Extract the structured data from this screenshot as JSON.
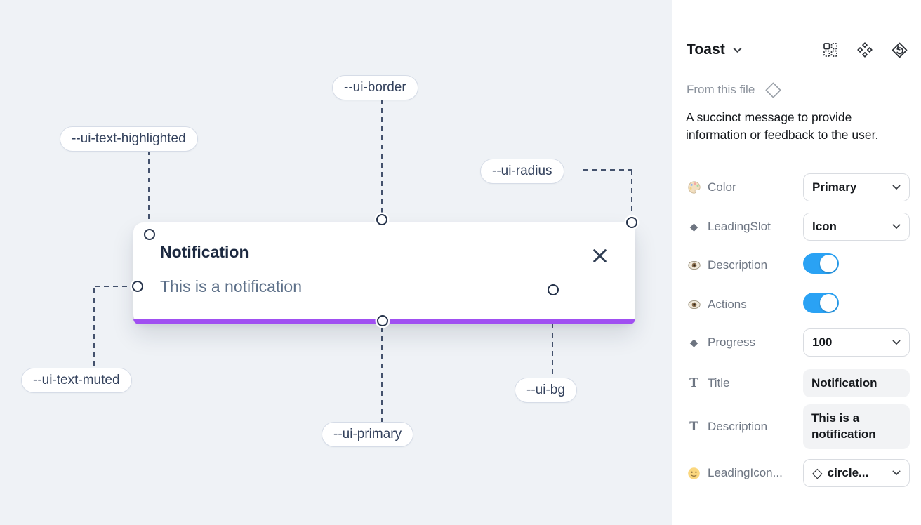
{
  "canvas": {
    "background": "#eff2f6",
    "labels": [
      {
        "text": "--ui-border"
      },
      {
        "text": "--ui-text-highlighted"
      },
      {
        "text": "--ui-radius"
      },
      {
        "text": "--ui-text-muted"
      },
      {
        "text": "--ui-primary"
      },
      {
        "text": "--ui-bg"
      }
    ],
    "toast": {
      "title": "Notification",
      "description": "This is a notification",
      "progress_color": "#a04ff1"
    }
  },
  "panel": {
    "title": "Toast",
    "source_label": "From this file",
    "description": "A succinct message to provide information or feedback to the user.",
    "rows": [
      {
        "label": "Color",
        "control": "dropdown",
        "value": "Primary"
      },
      {
        "label": "LeadingSlot",
        "control": "dropdown",
        "value": "Icon"
      },
      {
        "label": "Description",
        "control": "toggle",
        "value": "on"
      },
      {
        "label": "Actions",
        "control": "toggle",
        "value": "on"
      },
      {
        "label": "Progress",
        "control": "dropdown",
        "value": "100"
      },
      {
        "label": "Title",
        "control": "textfield",
        "value": "Notification"
      },
      {
        "label": "Description",
        "control": "textfield",
        "value": "This is a notification"
      },
      {
        "label": "LeadingIcon...",
        "control": "dropdown",
        "value": "circle..."
      }
    ]
  },
  "icons": {
    "chevron_down": "⌄",
    "close": "✕",
    "diamond_filled": "◆",
    "diamond_outline": "◇",
    "text_type": "T"
  },
  "colors": {
    "accent_purple": "#a04ff1",
    "toggle_blue": "#2aa2f4",
    "label_text": "#33415c",
    "muted_text": "#5d7089",
    "highlighted_text": "#1c2940"
  }
}
